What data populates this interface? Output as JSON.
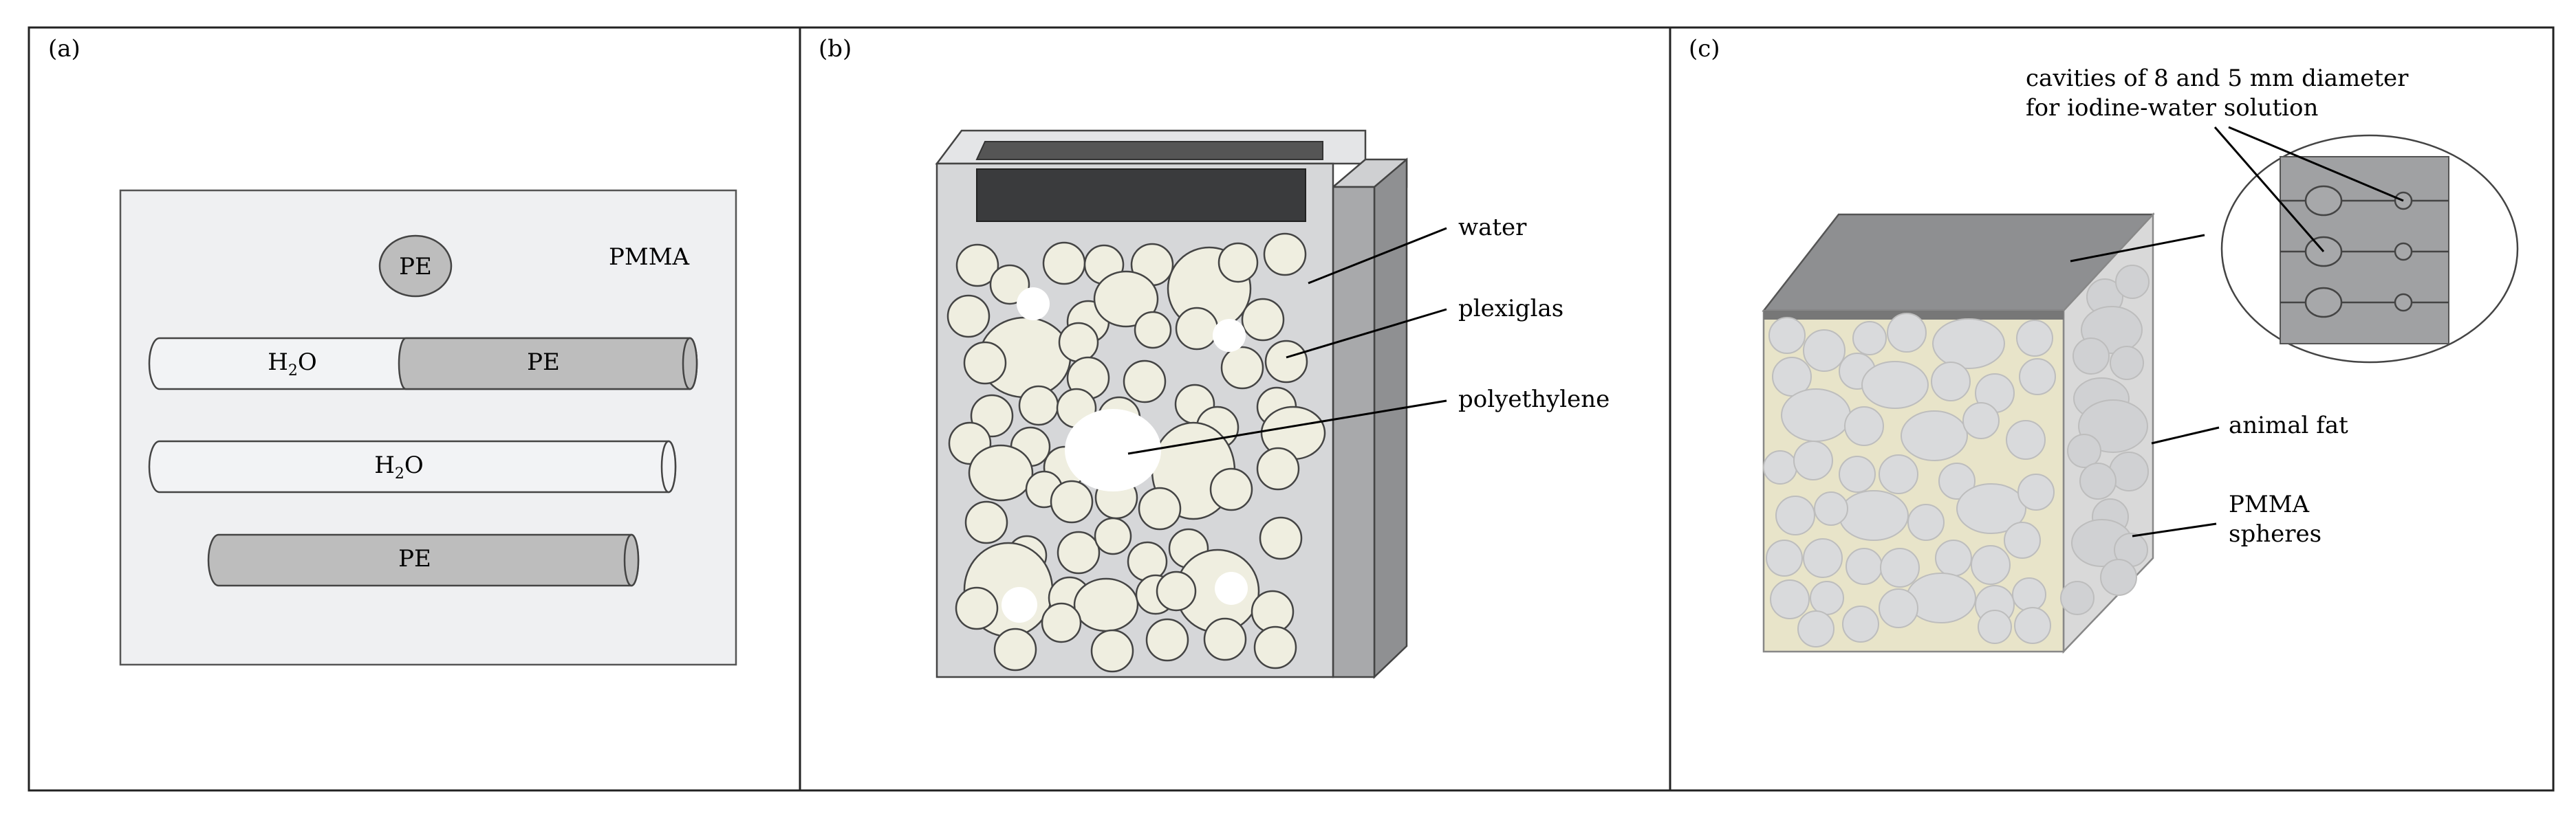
{
  "panels": [
    {
      "id": "a",
      "label": "(a)",
      "text": {
        "pmma": "PMMA",
        "pe_disc": "PE",
        "rod1_left_h": "H",
        "rod1_left_sub": "2",
        "rod1_left_o": "O",
        "rod1_right": "PE",
        "rod2_h": "H",
        "rod2_sub": "2",
        "rod2_o": "O",
        "rod3": "PE"
      }
    },
    {
      "id": "b",
      "label": "(b)",
      "callouts": {
        "water": "water",
        "plexiglas": "plexiglas",
        "polyethylene": "polyethylene"
      }
    },
    {
      "id": "c",
      "label": "(c)",
      "callouts": {
        "cavities_line1": "cavities of 8 and 5 mm diameter",
        "cavities_line2": "for iodine-water solution",
        "animal_fat": "animal fat",
        "pmma_line1": "PMMA",
        "pmma_line2": "spheres"
      }
    }
  ],
  "colors": {
    "frame": "#222222",
    "panel_a_bg": "#eff0f2",
    "light_gray": "#f2f3f5",
    "mid_gray": "#bdbdbd",
    "phantom_body": "#d6d7d9",
    "plate_dark": "#3a3b3d",
    "sphere_fill": "#efeee0",
    "white_sphere": "#ffffff",
    "fat": "#e8e4c9",
    "cube_top": "#8e8f91",
    "cube_side": "#d9d9d9",
    "pmma_sphere": "#d9dadc",
    "inset_bg": "#a0a1a3"
  }
}
